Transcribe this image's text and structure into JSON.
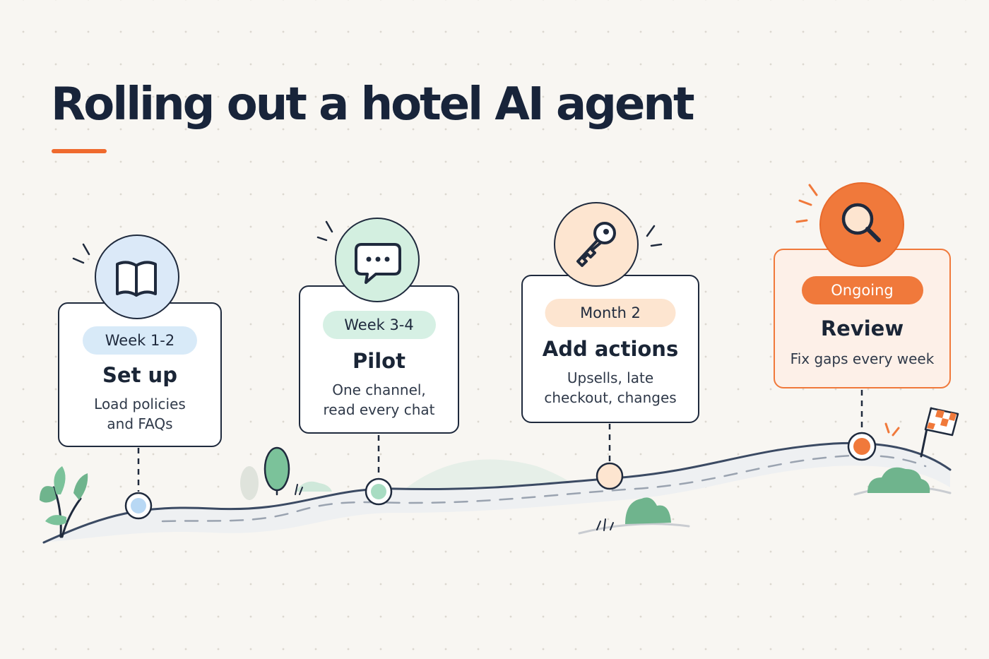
{
  "title": "Rolling out a hotel AI agent",
  "colors": {
    "accent": "#ef6a2e",
    "ink": "#1f2a3d",
    "blue": "#d8eaf8",
    "green": "#d6f0e4",
    "peach": "#fde5d0",
    "orange": "#f0793b"
  },
  "steps": [
    {
      "badge": "Week 1-2",
      "title": "Set up",
      "desc_line1": "Load policies",
      "desc_line2": "and FAQs",
      "icon": "book-icon"
    },
    {
      "badge": "Week 3-4",
      "title": "Pilot",
      "desc_line1": "One channel,",
      "desc_line2": "read every chat",
      "icon": "chat-bubble-icon"
    },
    {
      "badge": "Month 2",
      "title": "Add actions",
      "desc_line1": "Upsells, late",
      "desc_line2": "checkout, changes",
      "icon": "key-icon"
    },
    {
      "badge": "Ongoing",
      "title": "Review",
      "desc_line1": "Fix gaps every week",
      "icon": "magnifier-icon"
    }
  ]
}
